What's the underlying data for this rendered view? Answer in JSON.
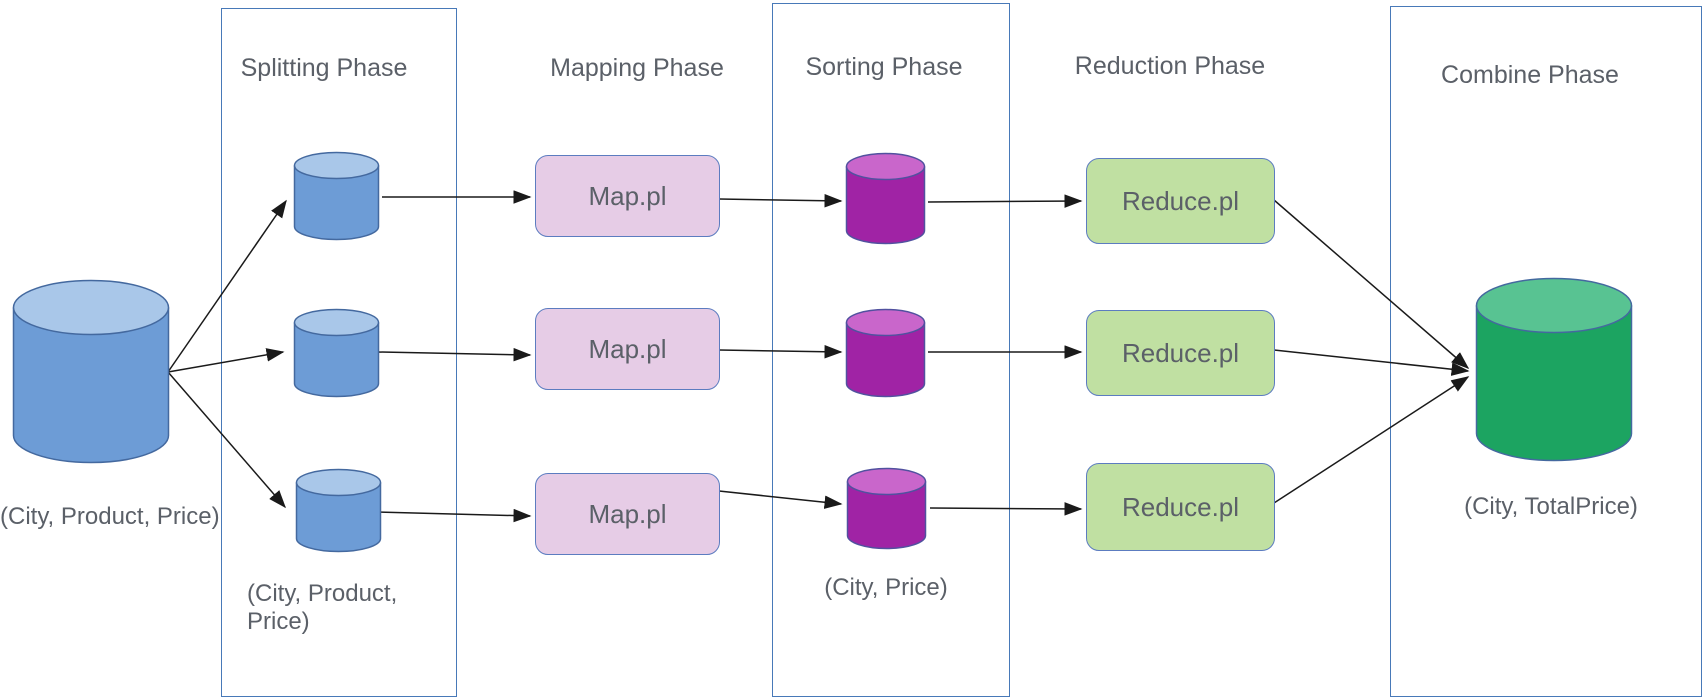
{
  "diagram": {
    "phase_titles": {
      "splitting": "Splitting Phase",
      "mapping": "Mapping Phase",
      "sorting": "Sorting Phase",
      "reduction": "Reduction Phase",
      "combine": "Combine Phase"
    },
    "labels": {
      "source": "(City, Product, Price)",
      "split_line1": "(City, Product,",
      "split_line2": "Price)",
      "sorted": "(City, Price)",
      "combined": "(City, TotalPrice)"
    },
    "nodes": {
      "map": "Map.pl",
      "reduce": "Reduce.pl"
    }
  },
  "colors": {
    "background": "#ffffff",
    "phase_border": "#4879b8",
    "text": "#5b6068",
    "arrow": "#1a1a1a",
    "map_box": {
      "fill": "#e6cce6",
      "stroke": "#5c7cc0"
    },
    "reduce_box": {
      "fill": "#c0e0a2",
      "stroke": "#5c7cc0"
    },
    "cylinders": {
      "blue": {
        "body": "#6d9cd6",
        "top": "#a9c7e9",
        "stroke": "#44699f"
      },
      "purple": {
        "body": "#a023a5",
        "top": "#c966cb",
        "stroke": "#51519f"
      },
      "green": {
        "body": "#1ca461",
        "top": "#58c392",
        "stroke": "#44699f"
      }
    }
  }
}
